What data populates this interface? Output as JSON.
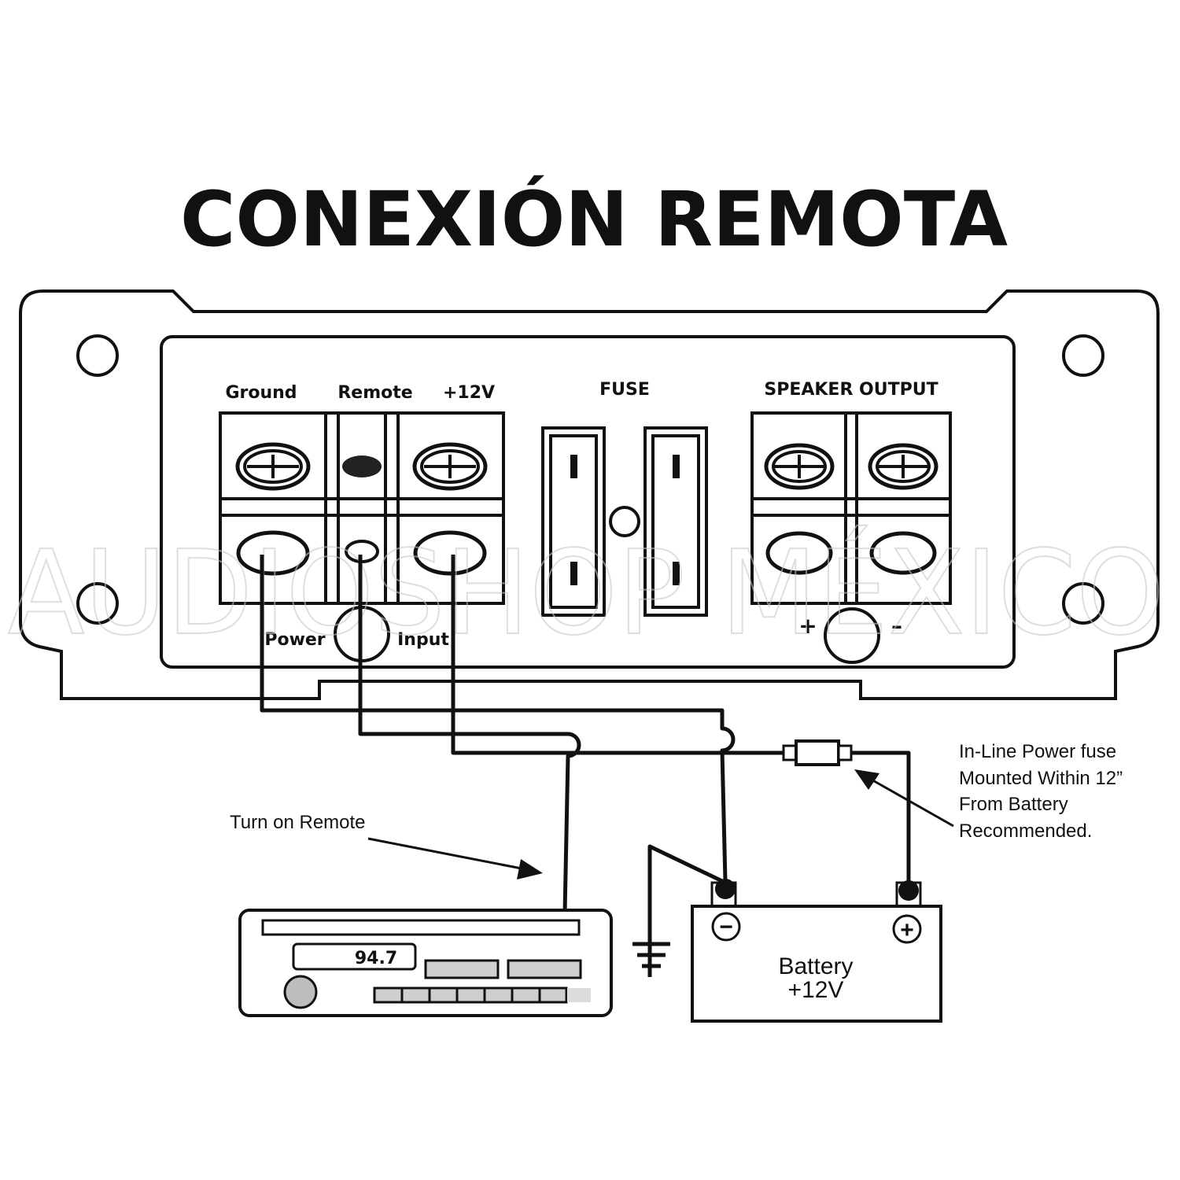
{
  "title": "CONEXIÓN REMOTA",
  "watermark": "AUDIOSHOP MÉXICO",
  "terminals": {
    "ground": "Ground",
    "remote": "Remote",
    "plus12v": "+12V",
    "fuse": "FUSE",
    "speaker_output": "SPEAKER OUTPUT"
  },
  "indicators": {
    "power": "Power",
    "input": "Input"
  },
  "speaker_polarity": {
    "plus": "+",
    "minus": "–"
  },
  "annotations": {
    "turn_on_remote": "Turn on Remote",
    "fuse_note": [
      "In-Line Power fuse",
      "Mounted Within 12”",
      "From Battery",
      "Recommended."
    ]
  },
  "head_unit": {
    "frequency": "94.7"
  },
  "battery": {
    "label": "Battery",
    "voltage": "+12V",
    "minus_symbol": "−",
    "plus_symbol": "+"
  },
  "colors": {
    "line": "#111111",
    "fill_gray": "#cfcfcf",
    "watermark": "#c8c8c8"
  }
}
